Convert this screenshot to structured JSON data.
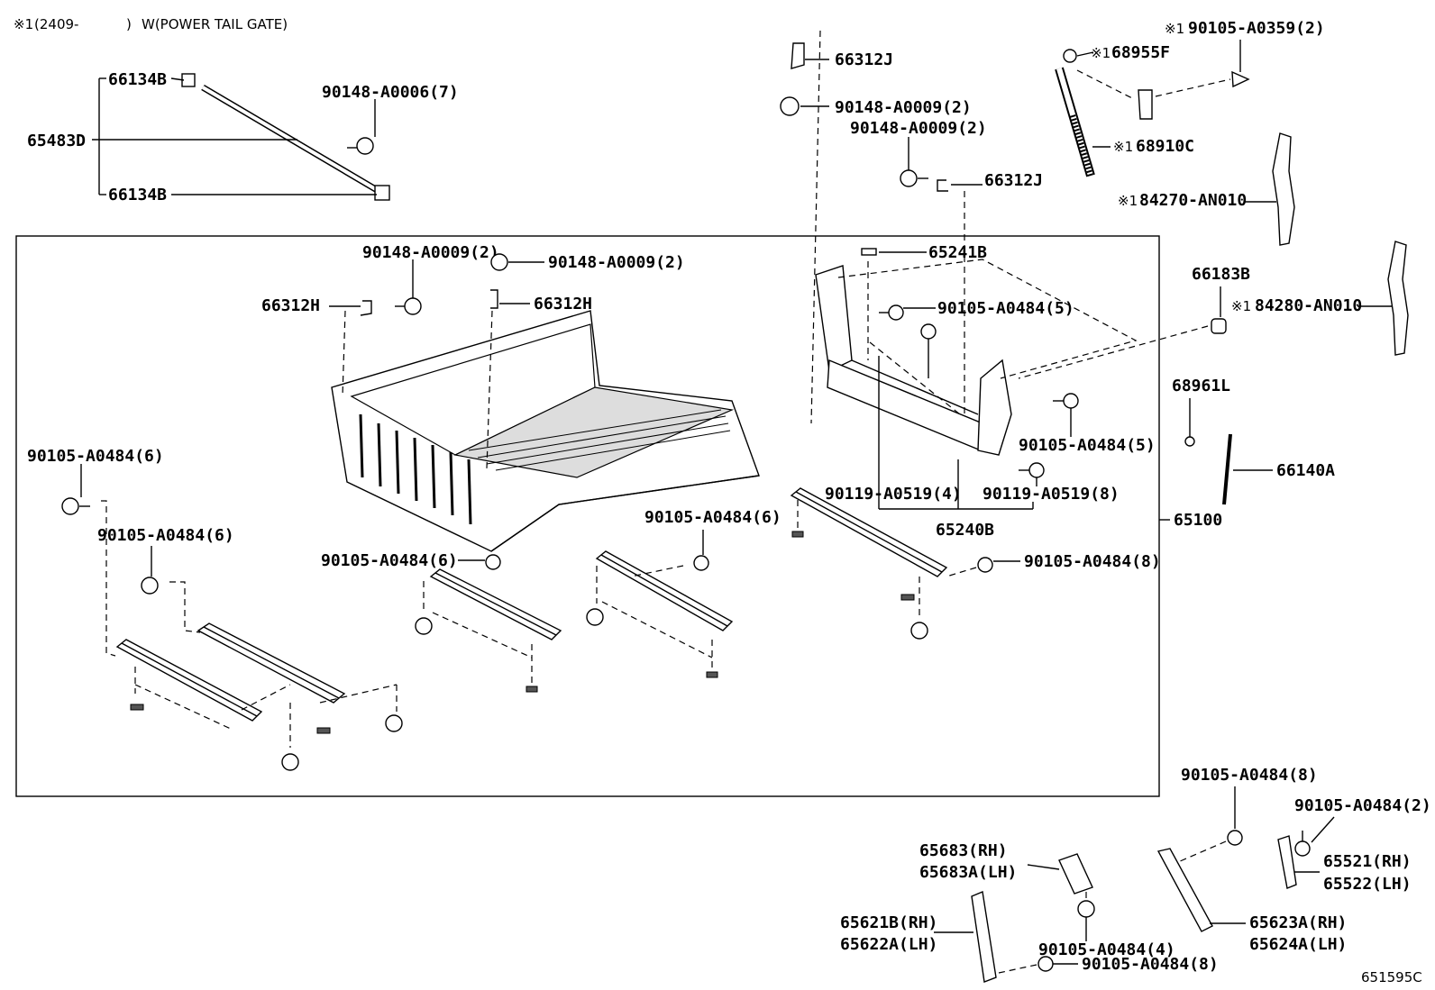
{
  "note": {
    "symbol": "※1",
    "range": "(2409-",
    "close": ")",
    "text": "W(POWER TAIL GATE)"
  },
  "figure_code": "651595C",
  "labels": {
    "l66134B_top": "66134B",
    "l65483D": "65483D",
    "l66134B_bot": "66134B",
    "l90148_A0006_7": "90148-A0006(7)",
    "l66312J_top": "66312J",
    "l90148_A0009_2_a": "90148-A0009(2)",
    "l90148_A0009_2_b": "90148-A0009(2)",
    "l66312J_mid": "66312J",
    "l90105_A0359_2": "90105-A0359(2)",
    "l68955F": "68955F",
    "l68910C": "68910C",
    "l84270_AN010": "84270-AN010",
    "l84280_AN010": "84280-AN010",
    "l66183B": "66183B",
    "l65241B": "65241B",
    "l90105_A0484_5_a": "90105-A0484(5)",
    "l90105_A0484_5_b": "90105-A0484(5)",
    "l90148_A0009_2_c": "90148-A0009(2)",
    "l90148_A0009_2_d": "90148-A0009(2)",
    "l66312H_a": "66312H",
    "l66312H_b": "66312H",
    "l68961L": "68961L",
    "l66140A": "66140A",
    "l65100": "65100",
    "l90119_A0519_4": "90119-A0519(4)",
    "l90119_A0519_8": "90119-A0519(8)",
    "l65240B": "65240B",
    "l90105_A0484_6_a": "90105-A0484(6)",
    "l90105_A0484_6_b": "90105-A0484(6)",
    "l90105_A0484_6_c": "90105-A0484(6)",
    "l90105_A0484_6_d": "90105-A0484(6)",
    "l90105_A0484_8_a": "90105-A0484(8)",
    "l90105_A0484_8_b": "90105-A0484(8)",
    "l90105_A0484_2": "90105-A0484(2)",
    "l65521_RH": "65521(RH)",
    "l65522_LH": "65522(LH)",
    "l65683_RH": "65683(RH)",
    "l65683A_LH": "65683A(LH)",
    "l65621B_RH": "65621B(RH)",
    "l65622A_LH": "65622A(LH)",
    "l90105_A0484_4": "90105-A0484(4)",
    "l90105_A0484_8_c": "90105-A0484(8)",
    "l65623A_RH": "65623A(RH)",
    "l65624A_LH": "65624A(LH)"
  }
}
